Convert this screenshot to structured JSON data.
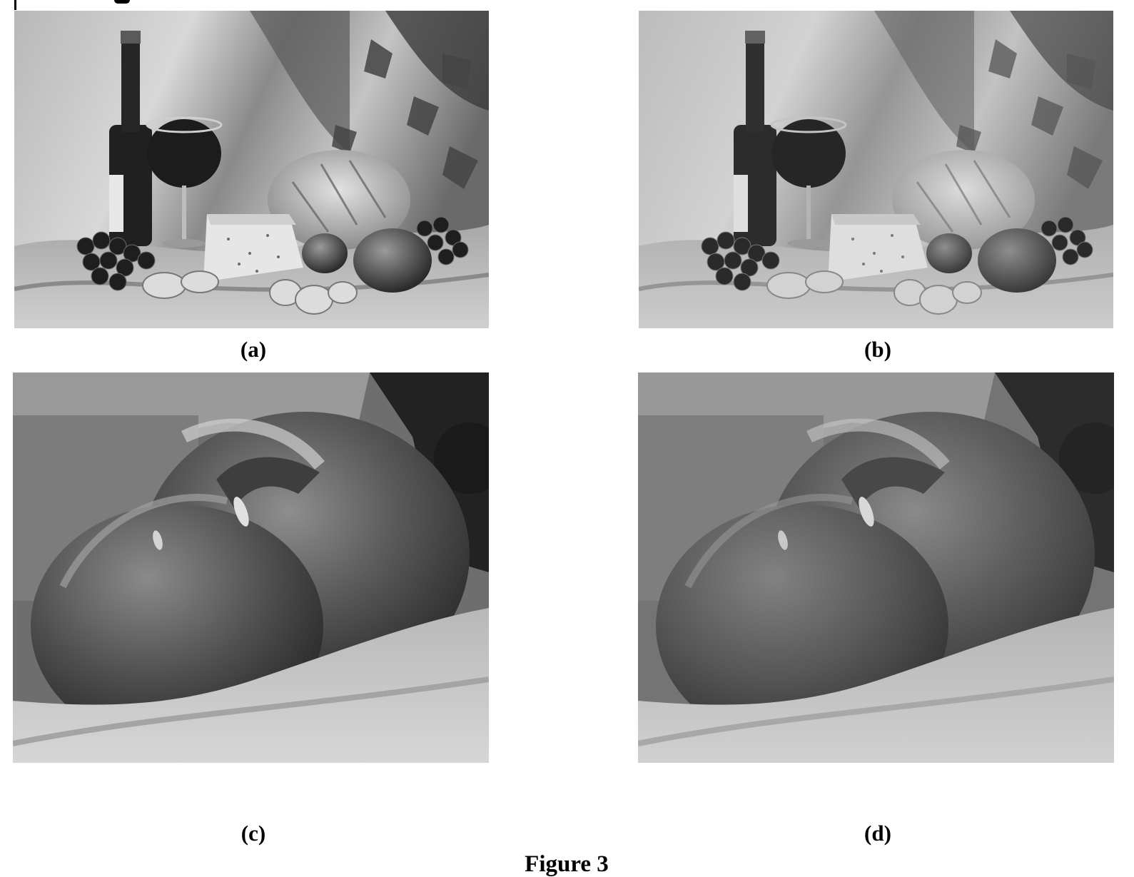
{
  "figure": {
    "caption": "Figure 3",
    "panels": [
      {
        "label": "(a)",
        "content": "still-life-wine-bottle-bread-cheese-grapes",
        "tone": "sharp"
      },
      {
        "label": "(b)",
        "content": "still-life-wine-bottle-bread-cheese-grapes",
        "tone": "smoothed"
      },
      {
        "label": "(c)",
        "content": "onion-closeup",
        "tone": "sharp"
      },
      {
        "label": "(d)",
        "content": "onion-closeup",
        "tone": "smoothed"
      }
    ]
  },
  "colors": {
    "background": "#ffffff",
    "text": "#000000"
  }
}
